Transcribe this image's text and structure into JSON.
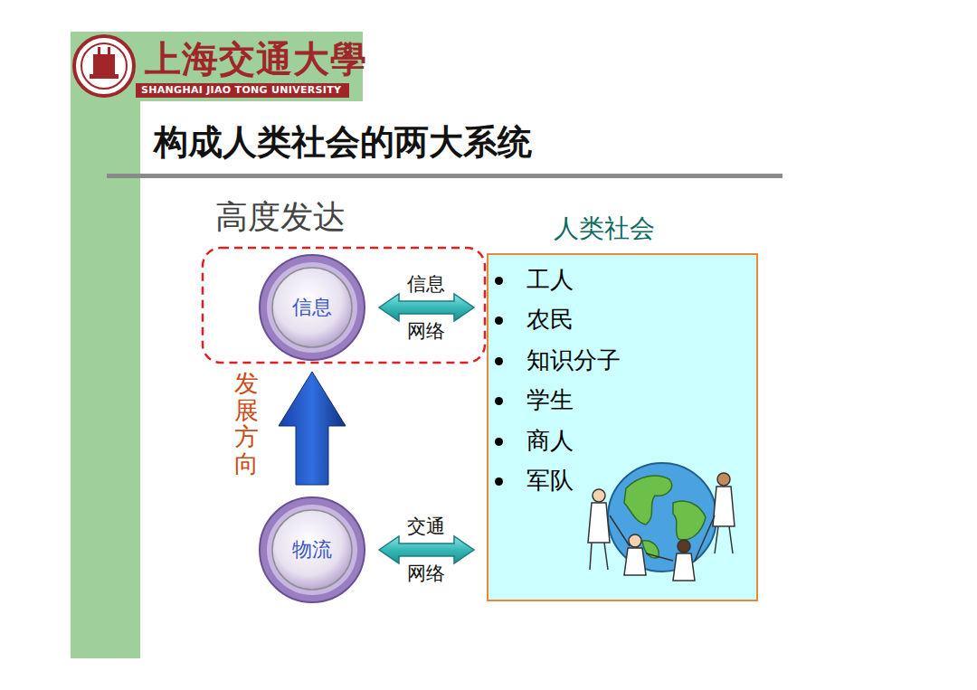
{
  "diagram": {
    "title": "构成人类社会的两大系统",
    "nodes": [
      {
        "text": [
          "高度发达"
        ]
      },
      {
        "text": [
          "信息"
        ],
        "in": 0
      },
      {
        "text": [
          "物流"
        ]
      },
      {
        "text": [
          "人类社会",
          "工人",
          "农民",
          "知识分子",
          "学生",
          "商人",
          "军队"
        ]
      }
    ],
    "edges": [
      {
        "from": 1,
        "to": 3,
        "label": "信息 网络",
        "arrow": "both"
      },
      {
        "from": 2,
        "to": 3,
        "label": "交通 网络",
        "arrow": "both"
      },
      {
        "from": 2,
        "to": 0,
        "label": "发展方向",
        "arrow": "to"
      }
    ],
    "labels": [
      "上海交通大學",
      "SHANGHAI JIAO TONG UNIVERSITY"
    ]
  }
}
